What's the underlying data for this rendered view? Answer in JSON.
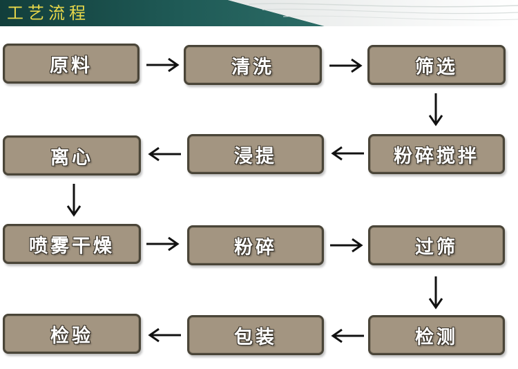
{
  "header": {
    "title": "工艺流程",
    "bar_color": "#1f5a56"
  },
  "steps": {
    "s1": "原料",
    "s2": "清洗",
    "s3": "筛选",
    "s4": "粉碎搅拌",
    "s5": "浸提",
    "s6": "离心",
    "s7": "喷雾干燥",
    "s8": "粉碎",
    "s9": "过筛",
    "s10": "检测",
    "s11": "包装",
    "s12": "检验"
  },
  "colors": {
    "box_fill": "#a39581",
    "box_border": "#4a4538",
    "arrow": "#111111",
    "title_text": "#e8d84a"
  }
}
